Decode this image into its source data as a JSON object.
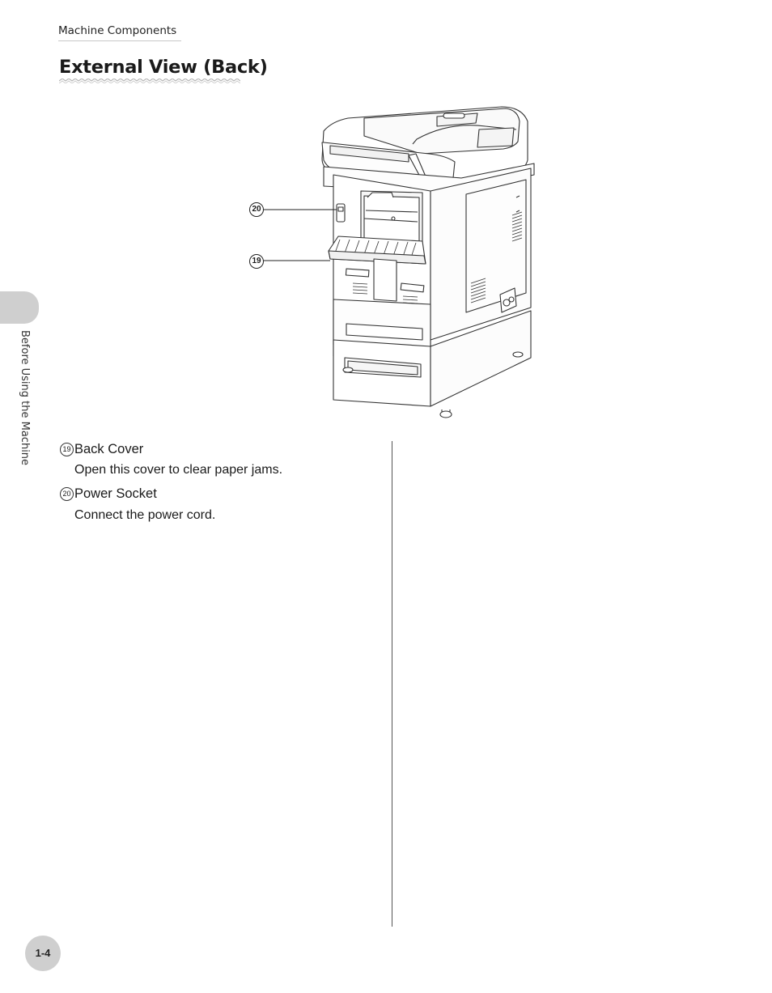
{
  "header": {
    "section_label": "Machine Components"
  },
  "page_title": "External View (Back)",
  "side_tab": {
    "label": "Before Using the Machine"
  },
  "figure": {
    "callouts": [
      {
        "number": "20"
      },
      {
        "number": "19"
      }
    ]
  },
  "items": [
    {
      "number": "19",
      "title": "Back Cover",
      "description": "Open this cover to clear paper jams."
    },
    {
      "number": "20",
      "title": "Power Socket",
      "description": "Connect the power cord."
    }
  ],
  "footer": {
    "page_number": "1-4"
  }
}
